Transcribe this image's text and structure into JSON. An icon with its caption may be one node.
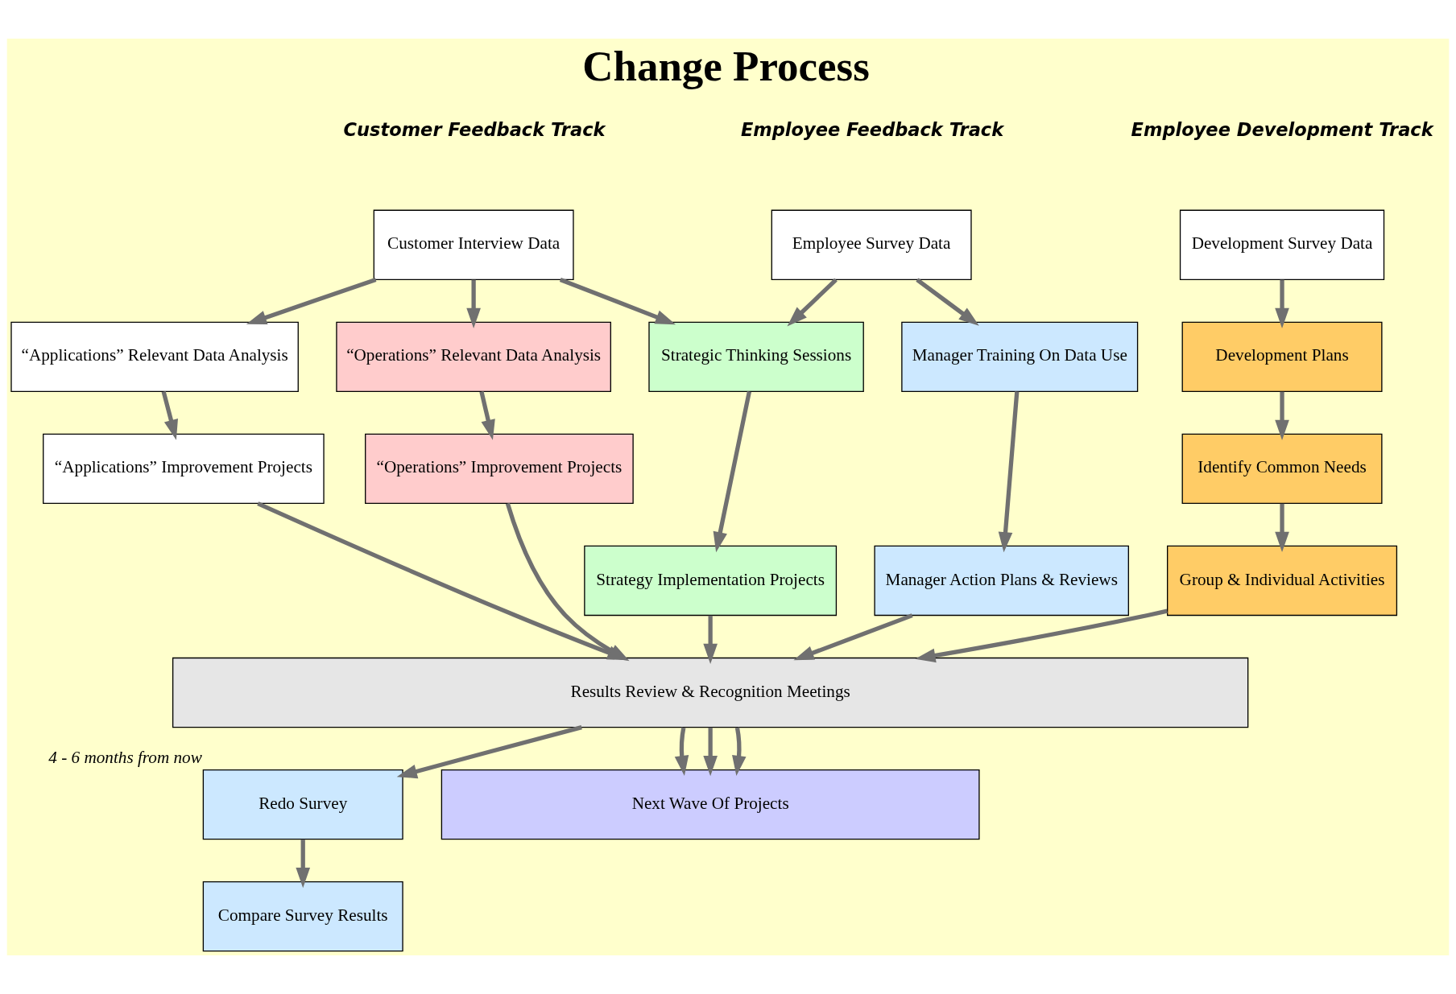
{
  "diagram": {
    "title": "Change Process",
    "nodes": [
      {
        "text": [
          "Development Survey Data"
        ]
      },
      {
        "text": [
          "Development Plans"
        ]
      },
      {
        "text": [
          "Identify Common Needs"
        ]
      },
      {
        "text": [
          "Group & Individual Activities"
        ]
      },
      {
        "text": [
          "Employee Survey Data"
        ]
      },
      {
        "text": [
          "Manager Training On Data Use"
        ]
      },
      {
        "text": [
          "Manager Action Plans & Reviews"
        ]
      },
      {
        "text": [
          "Customer Interview Data"
        ]
      },
      {
        "text": [
          "Strategic Thinking Sessions"
        ]
      },
      {
        "text": [
          "“Applications” Relevant Data Analysis"
        ]
      },
      {
        "text": [
          "“Operations” Relevant Data Analysis"
        ]
      },
      {
        "text": [
          "Strategy Implementation Projects"
        ]
      },
      {
        "text": [
          "“Applications” Improvement Projects"
        ]
      },
      {
        "text": [
          "“Operations” Improvement Projects"
        ]
      },
      {
        "text": [
          "Results Review & Recognition Meetings"
        ]
      },
      {
        "text": [
          "Redo Survey"
        ],
        "beside": [
          "4 - 6 months from now"
        ]
      },
      {
        "text": [
          "Compare Survey Results"
        ]
      },
      {
        "text": [
          "Next Wave Of Projects"
        ]
      }
    ],
    "edges": [
      {
        "from": 0,
        "to": 1,
        "arrow": "to"
      },
      {
        "from": 1,
        "to": 2,
        "arrow": "to"
      },
      {
        "from": 2,
        "to": 3,
        "arrow": "to"
      },
      {
        "from": 3,
        "to": 14,
        "arrow": "to"
      },
      {
        "from": 4,
        "to": 5,
        "arrow": "to"
      },
      {
        "from": 5,
        "to": 6,
        "arrow": "to"
      },
      {
        "from": 6,
        "to": 14,
        "arrow": "to"
      },
      {
        "from": 4,
        "to": 8,
        "arrow": "to"
      },
      {
        "from": 7,
        "to": 8,
        "arrow": "to"
      },
      {
        "from": 7,
        "to": 9,
        "arrow": "to"
      },
      {
        "from": 7,
        "to": 10,
        "arrow": "to"
      },
      {
        "from": 8,
        "to": 11,
        "arrow": "to"
      },
      {
        "from": 9,
        "to": 12,
        "arrow": "to"
      },
      {
        "from": 10,
        "to": 13,
        "arrow": "to"
      },
      {
        "from": 11,
        "to": 14,
        "arrow": "to"
      },
      {
        "from": 12,
        "to": 14,
        "arrow": "to"
      },
      {
        "from": 13,
        "to": 14,
        "arrow": "to"
      },
      {
        "from": 14,
        "to": 15,
        "arrow": "to"
      },
      {
        "from": 15,
        "to": 16,
        "arrow": "to"
      },
      {
        "from": 14,
        "to": 17,
        "arrow": "to"
      },
      {
        "from": 14,
        "to": 17,
        "arrow": "to"
      },
      {
        "from": 14,
        "to": 17,
        "arrow": "to"
      }
    ],
    "labels": [
      "Employee Development Track",
      "Employee Feedback Track",
      "Customer Feedback Track"
    ]
  }
}
